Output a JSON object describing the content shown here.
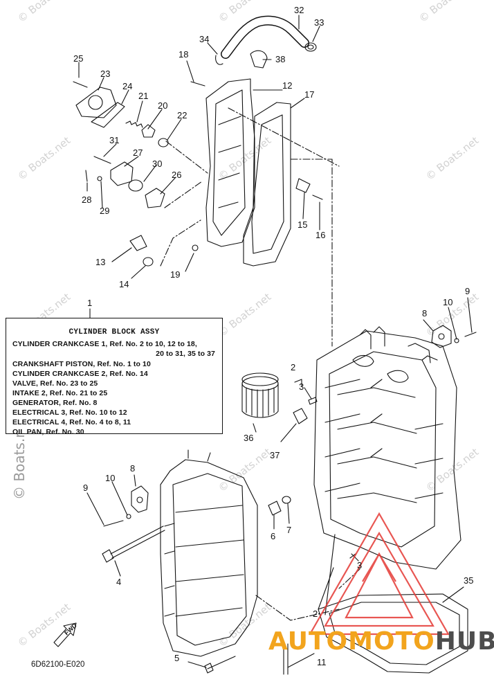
{
  "diagram_code": "6D62100-E020",
  "fwd_label": "FWD",
  "watermark": "© Boats.net",
  "watermark_large": "© Boats.net",
  "logo": {
    "part1": "AUTO",
    "part2": "MOTO",
    "part3": "HUB"
  },
  "legend": {
    "title": "CYLINDER BLOCK ASSY",
    "lines": [
      "CYLINDER CRANKCASE 1,  Ref. No. 2 to 10, 12 to 18,",
      "20 to 31, 35 to 37",
      "CRANKSHAFT PISTON,  Ref. No. 1 to 10",
      "CYLINDER CRANKCASE 2,  Ref. No. 14",
      "VALVE,  Ref. No. 23 to 25",
      "INTAKE 2,  Ref. No. 21 to 25",
      "GENERATOR,  Ref. No. 8",
      "ELECTRICAL 3,  Ref. No. 10 to 12",
      "ELECTRICAL 4,  Ref. No. 4 to 8, 11",
      "OIL PAN,  Ref. No. 30"
    ]
  },
  "callouts": [
    "1",
    "2",
    "3",
    "4",
    "5",
    "6",
    "7",
    "8",
    "9",
    "10",
    "11",
    "12",
    "13",
    "14",
    "15",
    "16",
    "17",
    "18",
    "19",
    "20",
    "21",
    "22",
    "23",
    "24",
    "25",
    "26",
    "27",
    "28",
    "29",
    "30",
    "31",
    "32",
    "33",
    "34",
    "35",
    "36",
    "37",
    "38",
    "8",
    "9",
    "10",
    "2",
    "3"
  ],
  "colors": {
    "line": "#111111",
    "watermark": "#d2d2d2",
    "logo_orange": "#f2a41d",
    "logo_gray": "#4d4d4d",
    "warning_red": "#e53935"
  }
}
